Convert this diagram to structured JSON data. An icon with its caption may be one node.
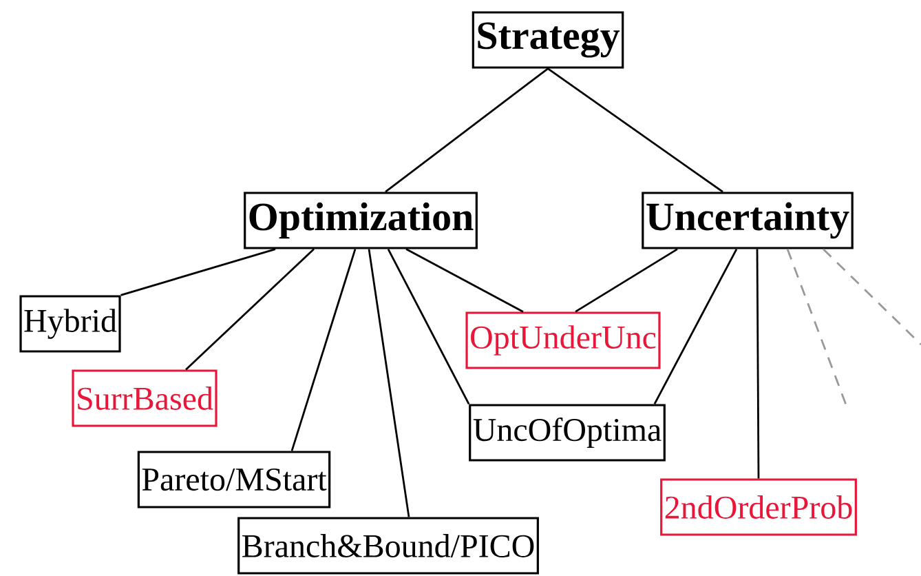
{
  "diagram": {
    "nodes": [
      {
        "text": [
          "Strategy"
        ]
      },
      {
        "text": [
          "Optimization"
        ]
      },
      {
        "text": [
          "Uncertainty"
        ]
      },
      {
        "text": [
          "Hybrid"
        ]
      },
      {
        "text": [
          "SurrBased"
        ]
      },
      {
        "text": [
          "OptUnderUnc"
        ]
      },
      {
        "text": [
          "UncOfOptima"
        ]
      },
      {
        "text": [
          "Pareto/MStart"
        ]
      },
      {
        "text": [
          "2ndOrderProb"
        ]
      },
      {
        "text": [
          "Branch&Bound/PICO"
        ]
      }
    ],
    "edges": [
      {
        "from": 0,
        "to": 1,
        "arrow": "none"
      },
      {
        "from": 0,
        "to": 2,
        "arrow": "none"
      },
      {
        "from": 1,
        "to": 3,
        "arrow": "none"
      },
      {
        "from": 1,
        "to": 4,
        "arrow": "none"
      },
      {
        "from": 1,
        "to": 7,
        "arrow": "none"
      },
      {
        "from": 1,
        "to": 9,
        "arrow": "none"
      },
      {
        "from": 1,
        "to": 5,
        "arrow": "none"
      },
      {
        "from": 1,
        "to": 6,
        "arrow": "none"
      },
      {
        "from": 2,
        "to": 5,
        "arrow": "none"
      },
      {
        "from": 2,
        "to": 6,
        "arrow": "none"
      },
      {
        "from": 2,
        "to": 8,
        "arrow": "none"
      },
      {
        "from": 2,
        "to": null,
        "arrow": "none",
        "style": "dashed",
        "color": "#999999"
      },
      {
        "from": 2,
        "to": null,
        "arrow": "none",
        "style": "dashed",
        "color": "#999999"
      }
    ]
  }
}
